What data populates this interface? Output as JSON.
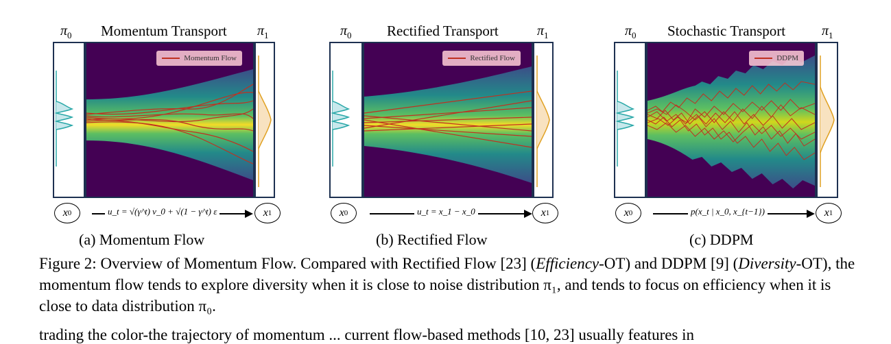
{
  "panels": [
    {
      "title": "Momentum Transport",
      "legend": "Momentum Flow",
      "pi_left": "π",
      "pi_left_sub": "0",
      "pi_right": "π",
      "pi_right_sub": "1",
      "node_left": "x",
      "node_left_sub": "0",
      "node_right": "x",
      "node_right_sub": "1",
      "formula": "u_t = √(γ^t) v_0 + √(1 − γ^t) ε",
      "subcaption": "(a) Momentum Flow"
    },
    {
      "title": "Rectified Transport",
      "legend": "Rectified Flow",
      "pi_left": "π",
      "pi_left_sub": "0",
      "pi_right": "π",
      "pi_right_sub": "1",
      "node_left": "x",
      "node_left_sub": "0",
      "node_right": "x",
      "node_right_sub": "1",
      "formula": "u_t = x_1 − x_0",
      "subcaption": "(b) Rectified Flow"
    },
    {
      "title": "Stochastic Transport",
      "legend": "DDPM",
      "pi_left": "π",
      "pi_left_sub": "0",
      "pi_right": "π",
      "pi_right_sub": "1",
      "node_left": "x",
      "node_left_sub": "0",
      "node_right": "x",
      "node_right_sub": "1",
      "formula": "p(x_t | x_0, x_{t−1})",
      "subcaption": "(c) DDPM"
    }
  ],
  "caption": {
    "p1": "Figure 2: Overview of Momentum Flow. Compared with Rectified Flow [23] (",
    "em1": "Efficiency",
    "p2": "-OT) and DDPM [9] (",
    "em2": "Diversity",
    "p3": "-OT), the momentum flow tends to explore diversity when it is close to noise distribution π₁, and tends to focus on efficiency when it is close to data distribution π₀."
  },
  "body_text": "trading the color-the trajectory of momentum ... current flow-based methods [10, 23] usually features in",
  "colors": {
    "frame": "#1d3050",
    "heat_background": "#440154",
    "trajectory": "#c03020",
    "left_density": "#2aa8a8",
    "right_density": "#e0a020"
  }
}
